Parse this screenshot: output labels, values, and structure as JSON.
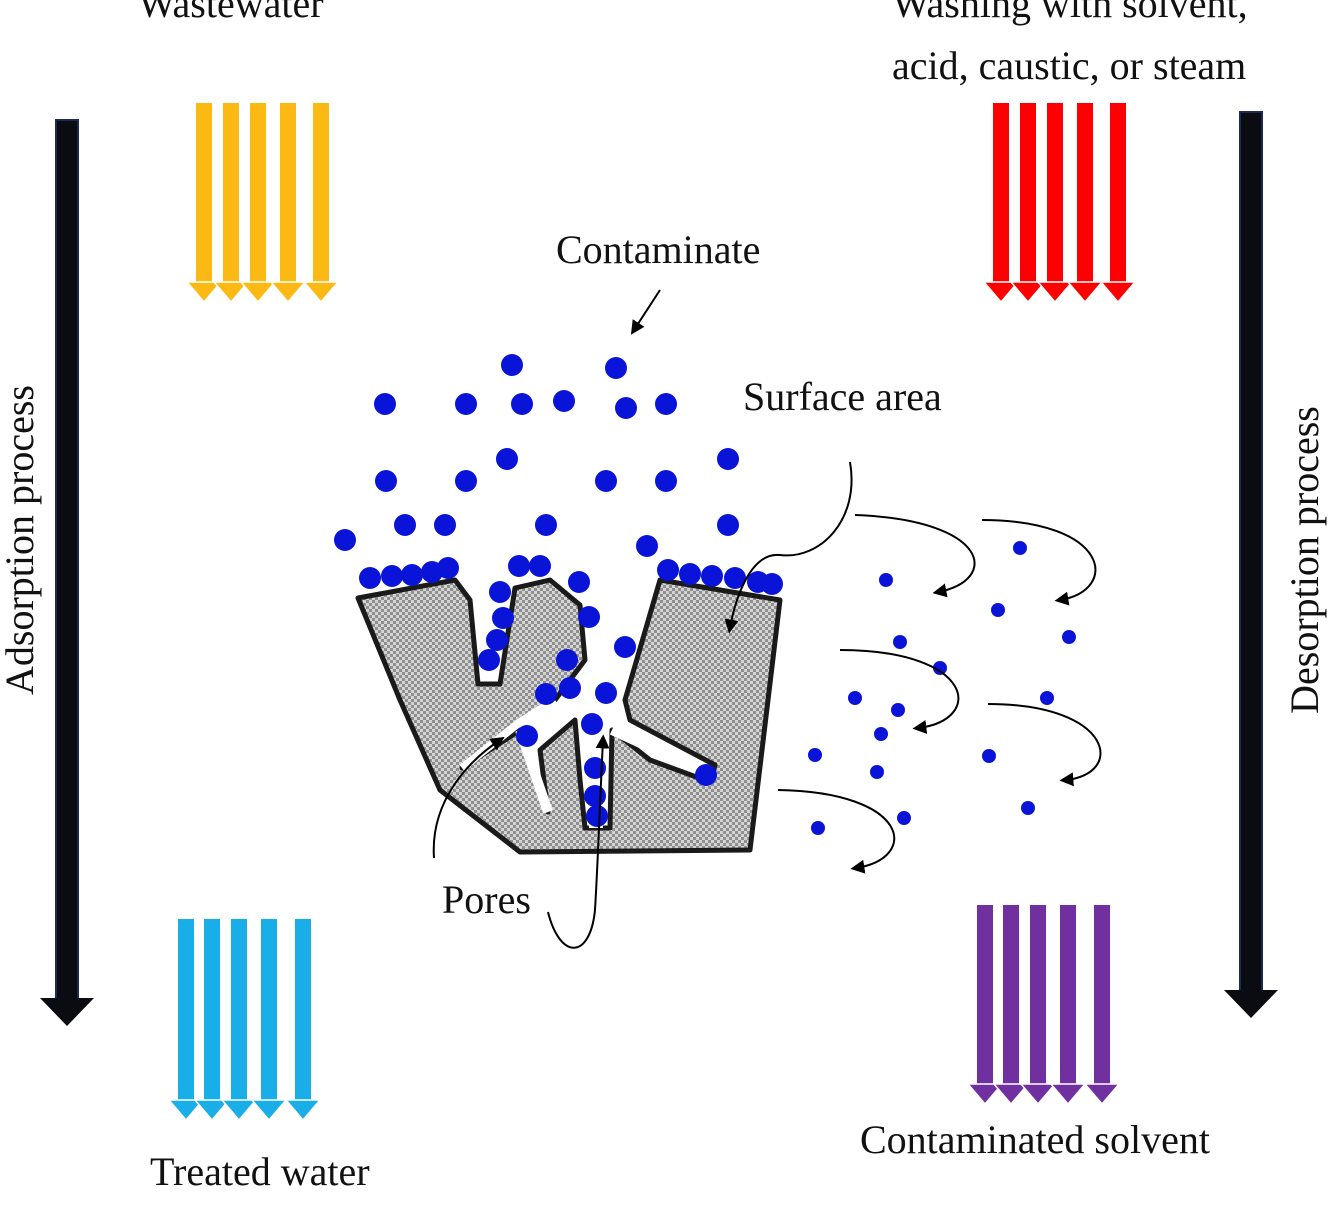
{
  "labels": {
    "wastewater": "Wastewater",
    "washing_line1": "Washing with solvent,",
    "washing_line2": "acid, caustic, or steam",
    "contaminate": "Contaminate",
    "surface_area": "Surface area",
    "pores": "Pores",
    "treated_water": "Treated water",
    "contaminated_solvent": "Contaminated solvent",
    "adsorption_process": "Adsorption process",
    "desorption_process": "Desorption process"
  },
  "colors": {
    "wastewater_flow": "#FDB913",
    "washing_flow": "#FF0000",
    "treated_flow": "#1AAEE8",
    "solvent_flow": "#7030A0",
    "contaminant_particle": "#0A14D9",
    "process_arrow": "#0B0B12",
    "adsorbent": "#9a9a9a"
  }
}
